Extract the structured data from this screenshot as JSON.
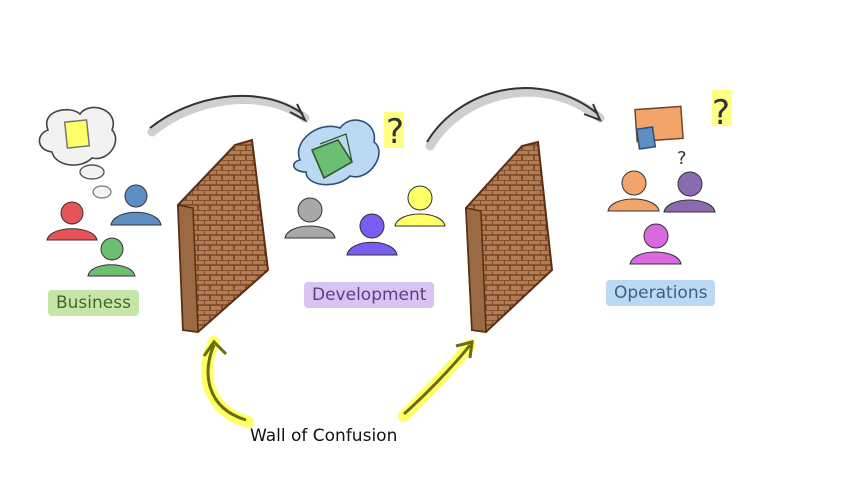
{
  "groups": [
    {
      "id": "business",
      "label": "Business",
      "highlight": "#c5e6a6",
      "text_color": "#3f6b2a"
    },
    {
      "id": "development",
      "label": "Development",
      "highlight": "#d9c3f0",
      "text_color": "#5b3f86"
    },
    {
      "id": "operations",
      "label": "Operations",
      "highlight": "#bcd9f3",
      "text_color": "#3c5f86"
    }
  ],
  "question_marks": [
    "?",
    "?",
    "?"
  ],
  "wall_caption": "Wall of Confusion",
  "colors": {
    "wall_fill": "#b07d55",
    "wall_lines": "#7a4322",
    "arrow_gray": "#cfcfcf",
    "arrow_yellow": "#ffff66",
    "arrow_olive": "#6b6b10",
    "person_red": "#e6545a",
    "person_blue": "#5e8fc4",
    "person_green": "#6cbf72",
    "person_gray": "#a8a8a8",
    "person_purple": "#7a5cf0",
    "person_yellow": "#ffff66",
    "person_orange": "#f2a56a",
    "person_violet": "#8a6bb0",
    "person_magenta": "#db6ae0"
  },
  "icons": [
    "thought-cloud-icon",
    "idea-cloud-icon",
    "brick-wall-icon",
    "person-icon",
    "curved-arrow-icon",
    "document-icon"
  ]
}
